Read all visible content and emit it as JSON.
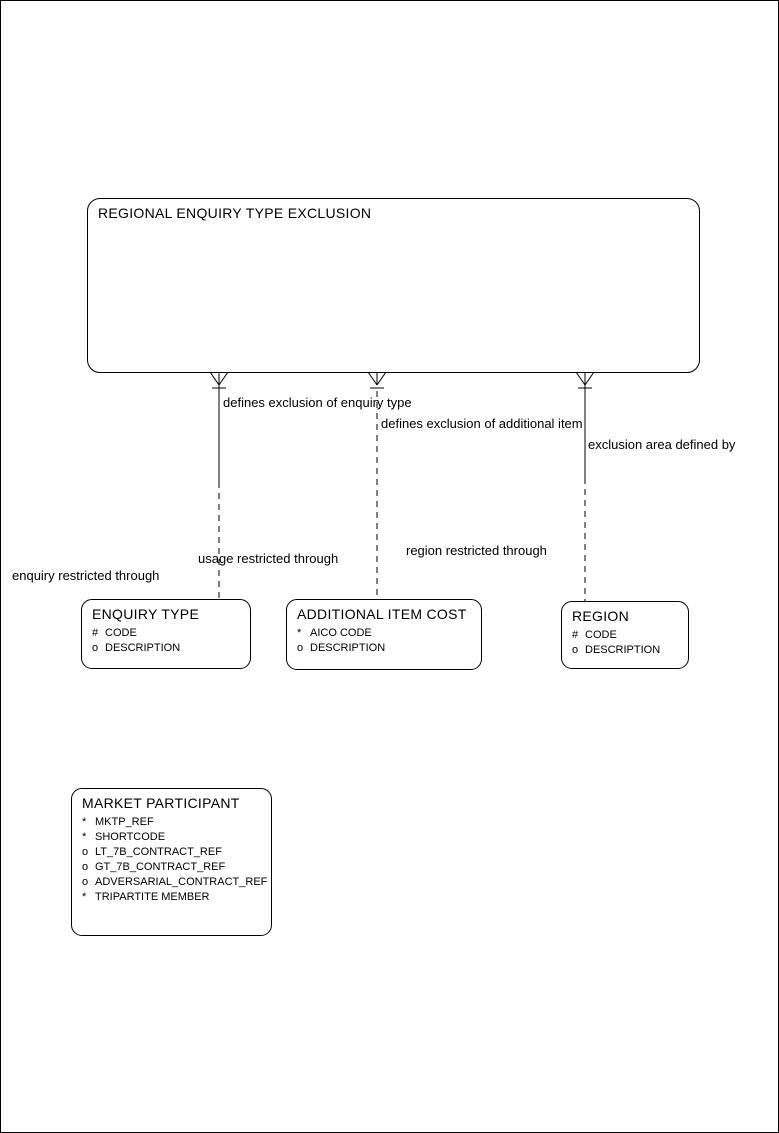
{
  "colors": {
    "line": "#000000",
    "background": "#ffffff",
    "text": "#000000"
  },
  "entities": {
    "regional_enquiry_type_exclusion": {
      "label": "REGIONAL ENQUIRY TYPE EXCLUSION",
      "attributes": []
    },
    "enquiry_type": {
      "label": "ENQUIRY TYPE",
      "attributes": [
        {
          "marker": "#",
          "name": "CODE"
        },
        {
          "marker": "o",
          "name": "DESCRIPTION"
        }
      ]
    },
    "additional_item_cost": {
      "label": "ADDITIONAL ITEM COST",
      "attributes": [
        {
          "marker": "*",
          "name": "AICO CODE"
        },
        {
          "marker": "o",
          "name": "DESCRIPTION"
        }
      ]
    },
    "region": {
      "label": "REGION",
      "attributes": [
        {
          "marker": "#",
          "name": "CODE"
        },
        {
          "marker": "o",
          "name": "DESCRIPTION"
        }
      ]
    },
    "market_participant": {
      "label": "MARKET PARTICIPANT",
      "attributes": [
        {
          "marker": "*",
          "name": "MKTP_REF"
        },
        {
          "marker": "*",
          "name": "SHORTCODE"
        },
        {
          "marker": "o",
          "name": "LT_7B_CONTRACT_REF"
        },
        {
          "marker": "o",
          "name": "GT_7B_CONTRACT_REF"
        },
        {
          "marker": "o",
          "name": "ADVERSARIAL_CONTRACT_REF"
        },
        {
          "marker": "*",
          "name": "TRIPARTITE MEMBER"
        }
      ]
    }
  },
  "relationship_labels": {
    "defines_exclusion_of_enquiry_type": "defines exclusion of enquiry type",
    "defines_exclusion_of_additional_item": "defines exclusion of additional item",
    "exclusion_area_defined_by": "exclusion area defined by",
    "usage_restricted_through": "usage restricted through",
    "region_restricted_through": "region restricted through",
    "enquiry_restricted_through": "enquiry restricted through"
  }
}
